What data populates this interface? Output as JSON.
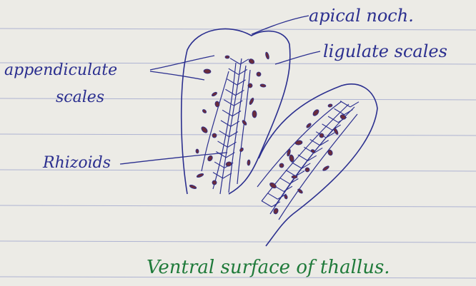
{
  "labels": {
    "apical_notch": "apical noch.",
    "ligulate_scales": "ligulate scales",
    "appendiculate_line1": "appendiculate",
    "appendiculate_line2": "scales",
    "rhizoids": "Rhizoids"
  },
  "caption": "Ventral surface of thallus.",
  "colors": {
    "ink": "#2b2f8f",
    "caption_ink": "#1f7a3a",
    "paper": "#ecebe6",
    "ruled_line": "#aeb3d2",
    "scale_fill": "#6a2c3c"
  }
}
